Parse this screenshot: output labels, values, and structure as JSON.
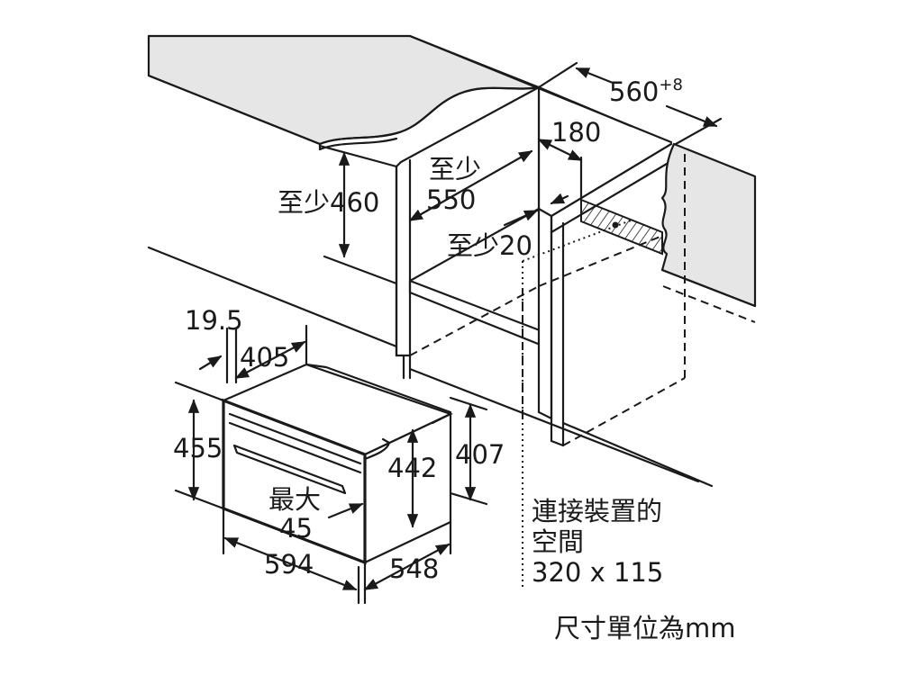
{
  "labels": {
    "min460": "至少460",
    "min550_a": "至少",
    "min550_b": "550",
    "min20": "至少20",
    "d180": "180",
    "d560": "560",
    "d560_sup": "+8",
    "d19_5": "19.5",
    "d405": "405",
    "d455": "455",
    "d442": "442",
    "d407": "407",
    "max45_a": "最大",
    "max45_b": "45",
    "d594": "594",
    "d548": "548",
    "conn_a": "連接裝置的",
    "conn_b": "空間",
    "conn_c": "320 x 115",
    "unit": "尺寸單位為mm"
  }
}
